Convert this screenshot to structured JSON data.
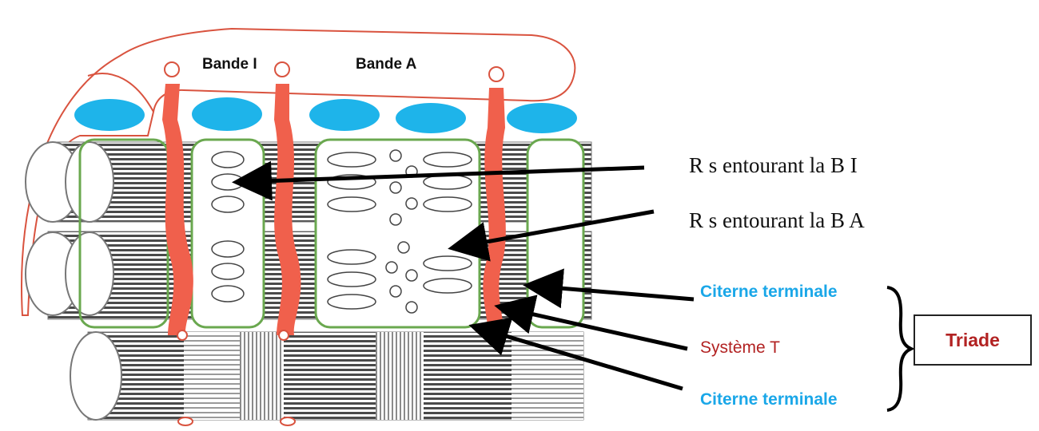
{
  "band_labels": {
    "band_i": "Bande I",
    "band_a": "Bande A"
  },
  "labels": {
    "rs_bi": "R s entourant la B I",
    "rs_ba": "R s entourant la B A",
    "citerne_top": "Citerne terminale",
    "systeme_t": "Système T",
    "citerne_bottom": "Citerne terminale",
    "triade": "Triade"
  },
  "colors": {
    "t_tubule": "#f0604c",
    "sarcoplasmic_reticulum": "#6aa84f",
    "nucleus": "#1eb4ea",
    "membrane": "#d9533f",
    "citerne_text": "#1aa7e8",
    "red_text": "#b22222"
  }
}
